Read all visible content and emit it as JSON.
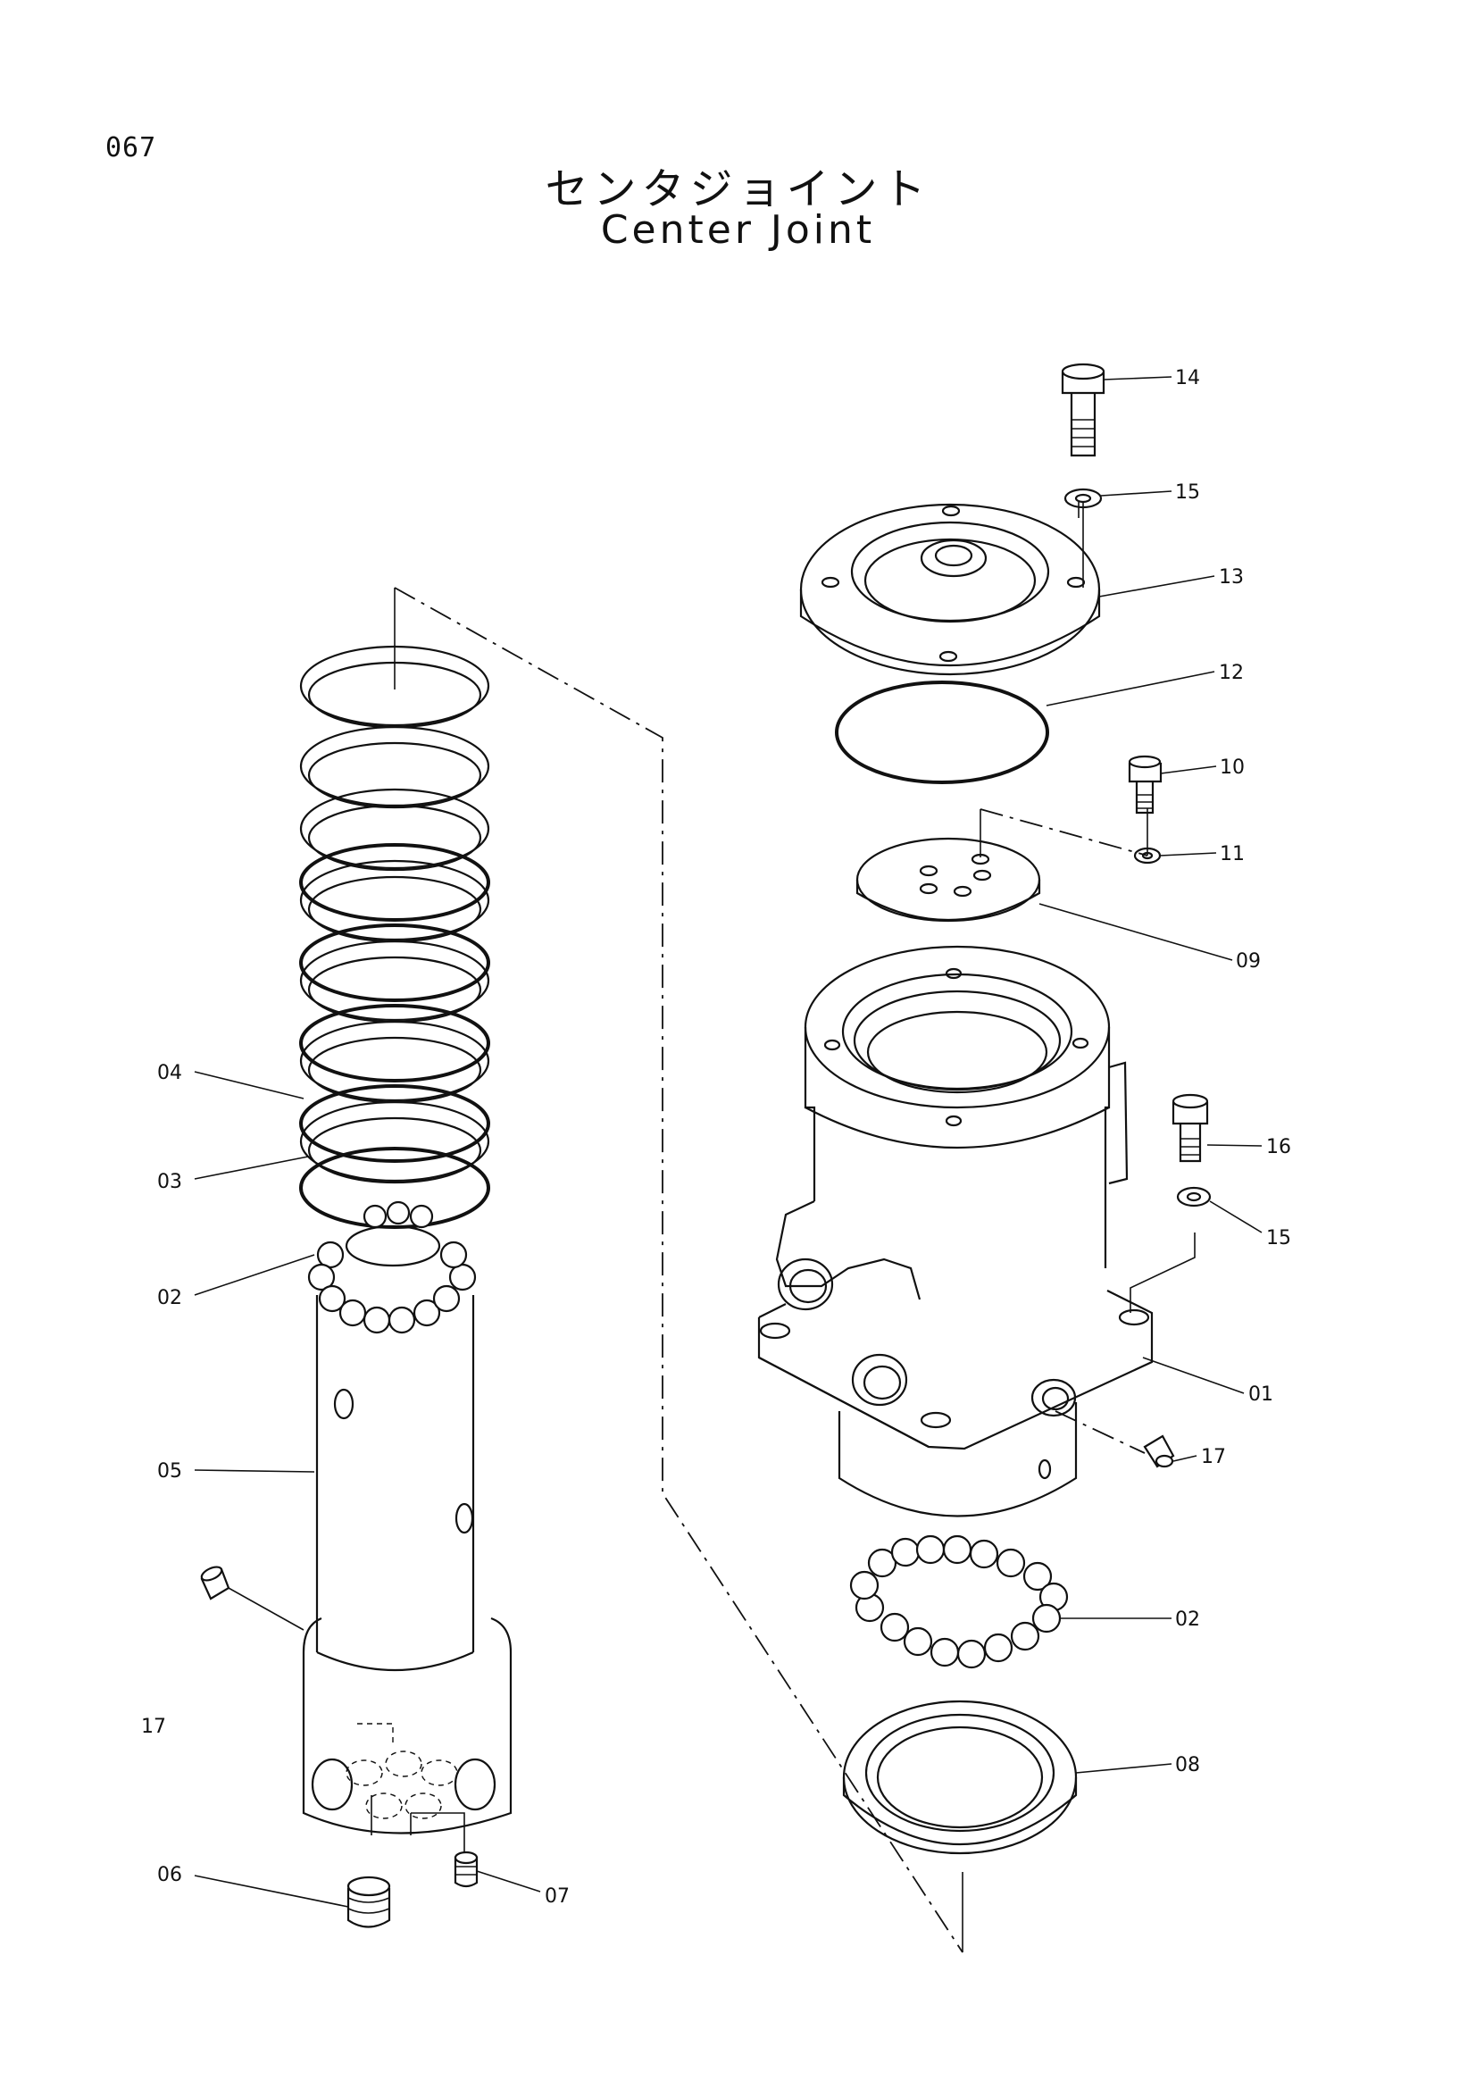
{
  "page_number": "067",
  "title_jp": "センタジョイント",
  "title_en": "Center Joint",
  "parts": [
    {
      "id": "01",
      "label": "01"
    },
    {
      "id": "02a",
      "label": "02"
    },
    {
      "id": "02b",
      "label": "02"
    },
    {
      "id": "03",
      "label": "03"
    },
    {
      "id": "04",
      "label": "04"
    },
    {
      "id": "05",
      "label": "05"
    },
    {
      "id": "06",
      "label": "06"
    },
    {
      "id": "07",
      "label": "07"
    },
    {
      "id": "08",
      "label": "08"
    },
    {
      "id": "09",
      "label": "09"
    },
    {
      "id": "10",
      "label": "10"
    },
    {
      "id": "11",
      "label": "11"
    },
    {
      "id": "12",
      "label": "12"
    },
    {
      "id": "13",
      "label": "13"
    },
    {
      "id": "14",
      "label": "14"
    },
    {
      "id": "15a",
      "label": "15"
    },
    {
      "id": "15b",
      "label": "15"
    },
    {
      "id": "16",
      "label": "16"
    },
    {
      "id": "17a",
      "label": "17"
    },
    {
      "id": "17b",
      "label": "17"
    }
  ]
}
